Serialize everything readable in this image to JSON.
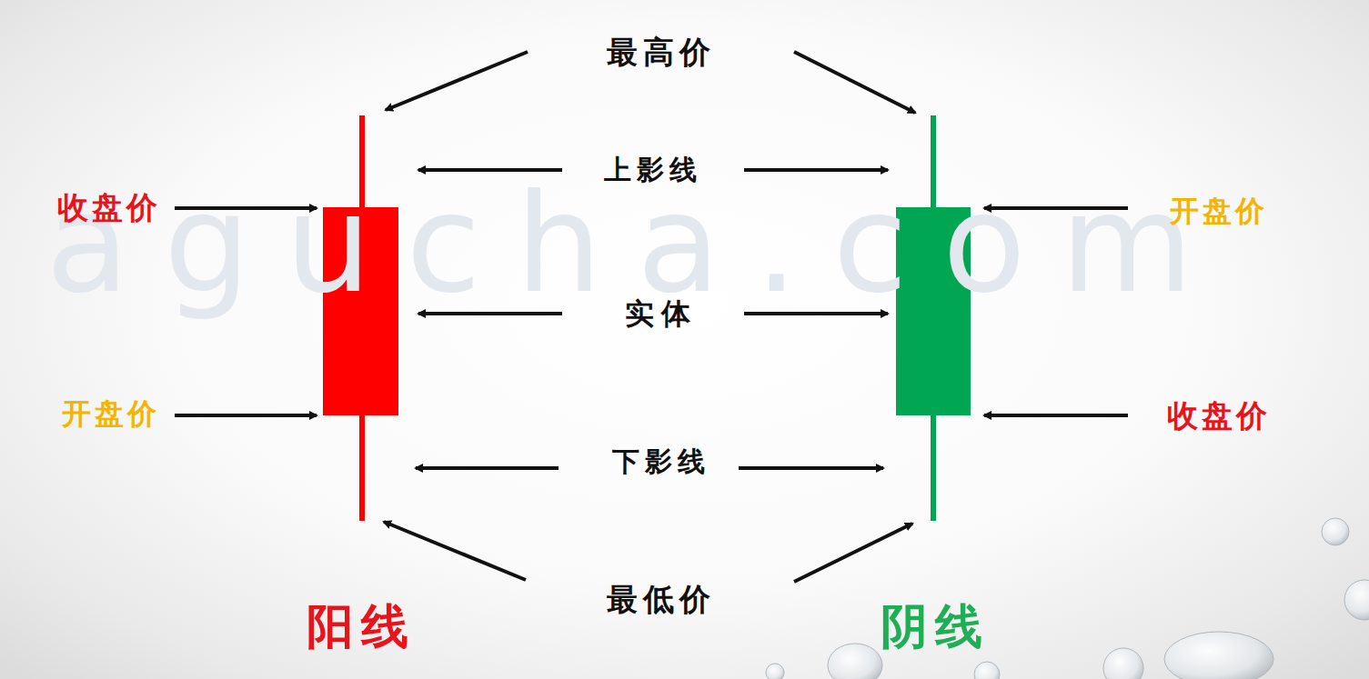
{
  "diagram": {
    "labels": [
      "agucha.com",
      "最高价",
      "上影线",
      "收盘价",
      "实体",
      "开盘价",
      "开盘价",
      "收盘价",
      "下影线",
      "最低价",
      "阳线",
      "阴线"
    ]
  }
}
